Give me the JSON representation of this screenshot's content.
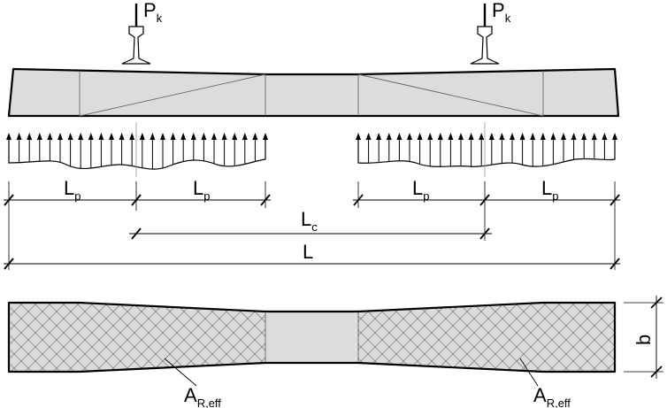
{
  "colors": {
    "fill": "#dcdcdc",
    "stroke": "#000000",
    "hatch": "#8a8a8a",
    "thin": "#666666"
  },
  "labels": {
    "load_left": {
      "main": "P",
      "sub": "k"
    },
    "load_right": {
      "main": "P",
      "sub": "k"
    },
    "lp_1": {
      "main": "L",
      "sub": "p"
    },
    "lp_2": {
      "main": "L",
      "sub": "p"
    },
    "lp_3": {
      "main": "L",
      "sub": "p"
    },
    "lp_4": {
      "main": "L",
      "sub": "p"
    },
    "lc": {
      "main": "L",
      "sub": "c"
    },
    "l_total": {
      "main": "L"
    },
    "b": {
      "main": "b"
    },
    "area_left": {
      "main": "A",
      "sub": "R,eff"
    },
    "area_right": {
      "main": "A",
      "sub": "R,eff"
    }
  }
}
